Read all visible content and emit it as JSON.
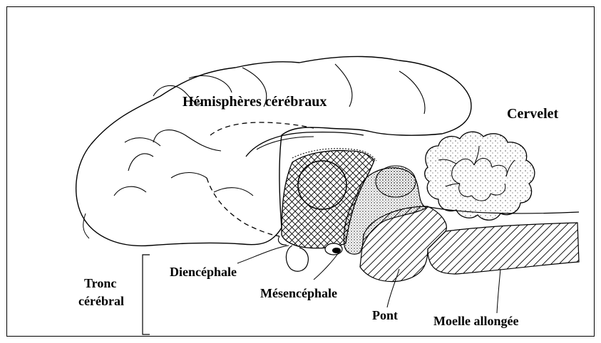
{
  "figure": {
    "labels": {
      "hemispheres": "Hémisphères cérébraux",
      "cervelet": "Cervelet",
      "diencephale": "Diencéphale",
      "mesencephale": "Mésencéphale",
      "pont": "Pont",
      "moelle": "Moelle allongée",
      "tronc_line1": "Tronc",
      "tronc_line2": "cérébral"
    }
  }
}
